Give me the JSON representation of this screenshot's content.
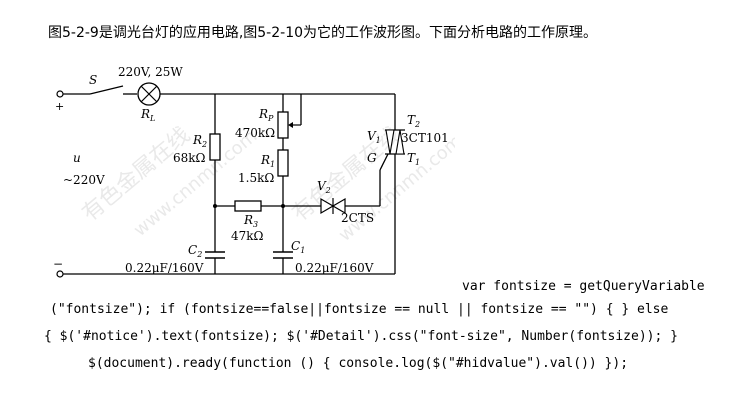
{
  "intro_text": "图5-2-9是调光台灯的应用电路,图5-2-10为它的工作波形图。下面分析电路的工作原理。",
  "circuit": {
    "switch_label": "S",
    "lamp_rating": "220V, 25W",
    "lamp_sub": "L",
    "rp_label": "R",
    "rp_sub": "P",
    "rp_value": "470kΩ",
    "r2_label": "R",
    "r2_sub": "2",
    "r2_value": "68kΩ",
    "r1_label": "R",
    "r1_sub": "1",
    "r1_value": "1.5kΩ",
    "r3_label": "R",
    "r3_sub": "3",
    "r3_value": "47kΩ",
    "c2_label": "C",
    "c2_sub": "2",
    "c2_value": "0.22μF/160V",
    "c1_label": "C",
    "c1_sub": "1",
    "c1_value": "0.22μF/160V",
    "v2_label": "V",
    "v2_sub": "2",
    "v2_type": "2CTS",
    "v1_label": "V",
    "v1_sub": "1",
    "t2_label": "T",
    "t2_sub": "2",
    "t1_label": "T",
    "t1_sub": "1",
    "g_label": "G",
    "triac_type": "3CT101",
    "source_label": "u",
    "source_value": "~220V",
    "plus_sign": "+",
    "minus_sign": "−",
    "watermark_1": "有色金属在线",
    "watermark_2": "www.cnnmn.com"
  },
  "code_lines": [
    "var fontsize = getQueryVariable",
    "(\"fontsize\"); if (fontsize==false||fontsize == null || fontsize == \"\") { } else",
    "{ $('#notice').text(fontsize); $('#Detail').css(\"font-size\", Number(fontsize)); }",
    "$(document).ready(function () { console.log($(\"#hidvalue\").val()) });"
  ]
}
